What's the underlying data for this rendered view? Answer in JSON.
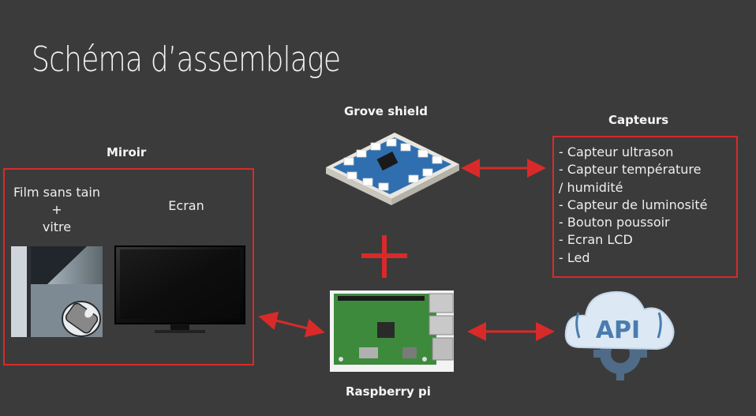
{
  "title": "Schéma d’assemblage",
  "miroir": {
    "label": "Miroir",
    "film": [
      "Film sans tain",
      "+",
      "vitre"
    ],
    "ecran": "Ecran"
  },
  "grove": {
    "label": "Grove shield"
  },
  "raspberry": {
    "label": "Raspberry pi"
  },
  "capteurs": {
    "label": "Capteurs",
    "items": [
      "- Capteur ultrason",
      "-  Capteur température",
      "/ humidité",
      "- Capteur de luminosité",
      "- Bouton poussoir",
      "- Ecran LCD",
      "- Led"
    ]
  },
  "api": {
    "label": "API"
  },
  "colors": {
    "background": "#3b3b3b",
    "accent_red": "#d92a2a",
    "board_blue": "#2f6fb0",
    "board_green": "#3d8a3d",
    "cloud_blue": "#5b7fa3"
  }
}
